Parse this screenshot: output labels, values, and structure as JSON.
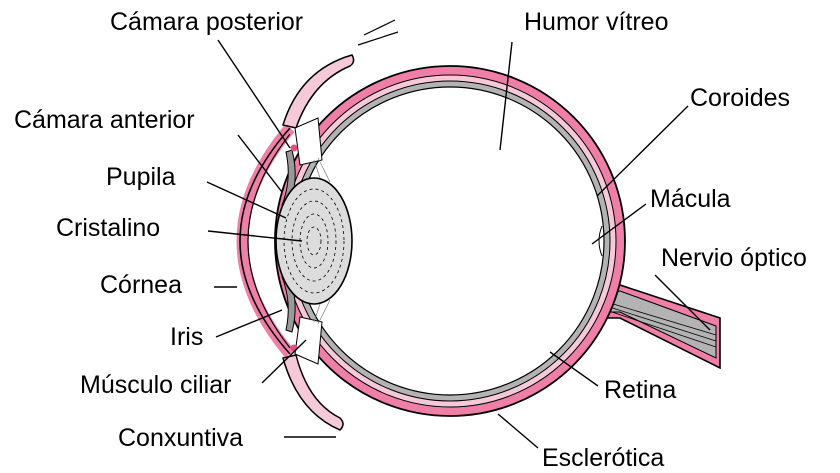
{
  "labels": {
    "camara_posterior": "Cámara posterior",
    "humor_vitreo": "Humor vítreo",
    "coroides": "Coroides",
    "camara_anterior": "Cámara anterior",
    "pupila": "Pupila",
    "cristalino": "Cristalino",
    "macula": "Mácula",
    "nervio_optico": "Nervio óptico",
    "cornea": "Córnea",
    "iris": "Iris",
    "musculo_ciliar": "Músculo ciliar",
    "retina": "Retina",
    "conxuntiva": "Conxuntiva",
    "esclerotica": "Esclerótica"
  },
  "colors": {
    "sclera": "#ef7fa6",
    "choroid_light": "#f6c9d8",
    "retina": "#b3b3b3",
    "lens": "#dcdcdc",
    "outline": "#000000",
    "background": "#ffffff"
  }
}
